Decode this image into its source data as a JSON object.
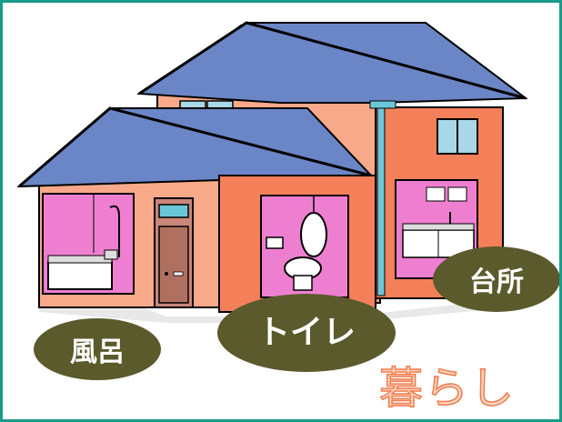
{
  "labels": {
    "bath": "風呂",
    "toilet": "トイレ",
    "kitchen": "台所",
    "title": "暮らし"
  },
  "colors": {
    "frame": "#1a9a8a",
    "roof": "#6b86c6",
    "wall": "#f7a98a",
    "wall_dark": "#f4805a",
    "room_pink": "#ee7fd0",
    "badge": "#5b5a2c",
    "title_fill": "#fbd6c4",
    "title_stroke": "#f07a4a"
  }
}
